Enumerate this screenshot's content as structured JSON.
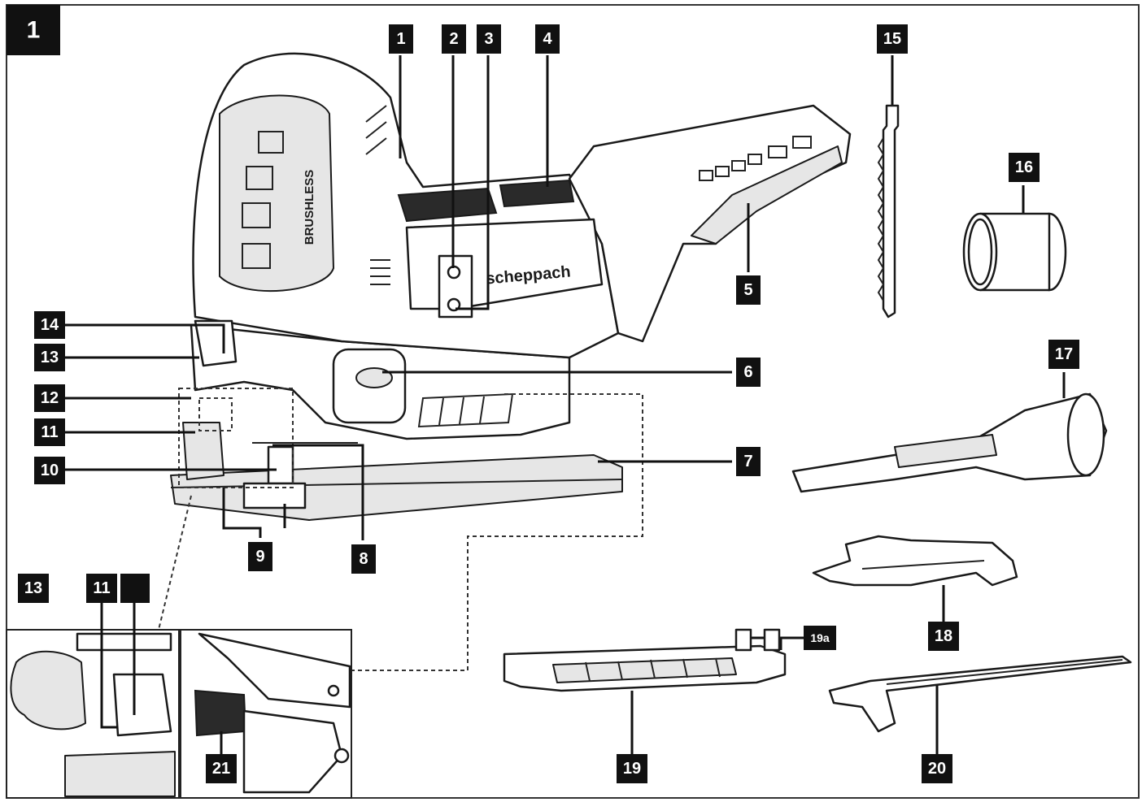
{
  "figure": {
    "number": "1",
    "brand_text": "scheppach",
    "motor_text": "BRUSHLESS"
  },
  "labels": {
    "l1": "1",
    "l2": "2",
    "l3": "3",
    "l4": "4",
    "l5": "5",
    "l6": "6",
    "l7": "7",
    "l8": "8",
    "l9": "9",
    "l10": "10",
    "l11": "11",
    "l12": "12",
    "l13": "13",
    "l14": "14",
    "l15": "15",
    "l16": "16",
    "l17": "17",
    "l18": "18",
    "l19": "19",
    "l19a": "19a",
    "l20": "20",
    "l21": "21",
    "detail_13": "13",
    "detail_11": "11"
  }
}
